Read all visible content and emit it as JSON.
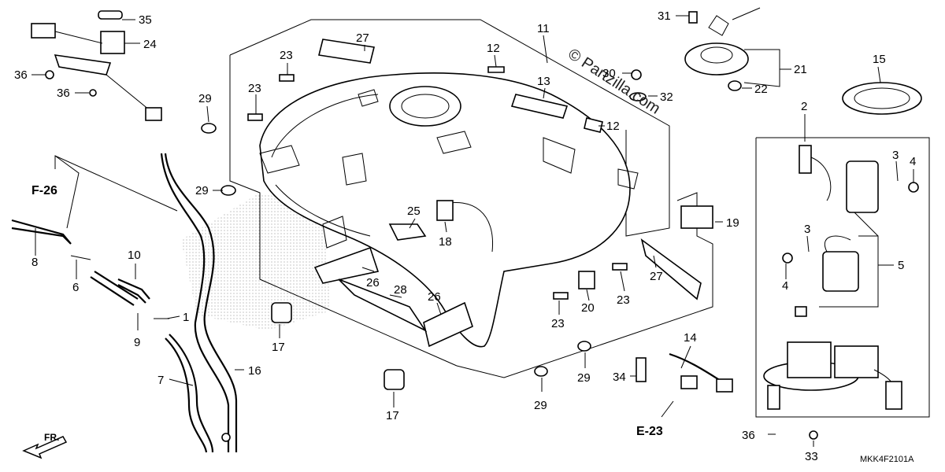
{
  "diagram": {
    "watermark": "© Partzilla.com",
    "drawing_code": "MKK4F2101A",
    "direction_label": "FR.",
    "references": [
      "F-26",
      "E-23"
    ],
    "parts": {
      "p1": "1",
      "p2": "2",
      "p3a": "3",
      "p3b": "3",
      "p4a": "4",
      "p4b": "4",
      "p5": "5",
      "p6": "6",
      "p7": "7",
      "p8": "8",
      "p9": "9",
      "p10": "10",
      "p11": "11",
      "p12a": "12",
      "p12b": "12",
      "p13": "13",
      "p14": "14",
      "p15": "15",
      "p16": "16",
      "p17a": "17",
      "p17b": "17",
      "p18": "18",
      "p19": "19",
      "p20": "20",
      "p21": "21",
      "p22": "22",
      "p23a": "23",
      "p23b": "23",
      "p23c": "23",
      "p23d": "23",
      "p24": "24",
      "p25": "25",
      "p26a": "26",
      "p26b": "26",
      "p27a": "27",
      "p27b": "27",
      "p28": "28",
      "p29a": "29",
      "p29b": "29",
      "p29c": "29",
      "p29d": "29",
      "p30": "30",
      "p31": "31",
      "p32": "32",
      "p33": "33",
      "p34": "34",
      "p35": "35",
      "p36a": "36",
      "p36b": "36",
      "p36c": "36"
    }
  }
}
